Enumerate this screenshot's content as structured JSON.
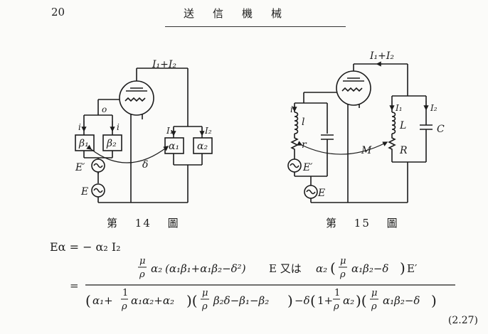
{
  "page": {
    "number": "20",
    "running_head": "送信機械"
  },
  "fig14": {
    "caption_prefix": "第",
    "caption_number": "14",
    "caption_suffix": "圖",
    "labels": {
      "current": "I₁+I₂",
      "zero": "o",
      "i_left": "i",
      "i_right": "i",
      "beta1": "β₁",
      "beta2": "β₂",
      "e_prime": "E′",
      "e": "E",
      "delta": "δ",
      "i1": "I₁",
      "i2": "I₂",
      "alpha1": "α₁",
      "alpha2": "α₂"
    }
  },
  "fig15": {
    "caption_prefix": "第",
    "caption_number": "15",
    "caption_suffix": "圖",
    "labels": {
      "current": "I₁+I₂",
      "i": "i",
      "l": "l",
      "r": "r",
      "e_prime": "E′",
      "e": "E",
      "m": "M",
      "i1": "I₁",
      "i2": "I₂",
      "L": "L",
      "R": "R",
      "C": "C"
    }
  },
  "equation": {
    "lhs": "Eα = − α₂ I₂",
    "numerator": "μ/ρ α₂(α₁β₁+α₁β₂−δ²) E 又は α₂(μ/ρ α₁β₂−δ) E′",
    "denominator": "(α₁ + 1/ρ α₁α₂ + α₂)(μ/ρ β₂δ − β₁ − β₂) − δ(1 + 1/ρ α₂)(μ/ρ α₁β₂ − δ)",
    "equals": "=",
    "number": "(2.27)",
    "parts": {
      "mu": "μ",
      "rho": "ρ",
      "one": "1",
      "alpha2": "α₂",
      "num_a": "(α₁β₁+α₁β₂−δ²)",
      "num_e": "E 又は",
      "num_alpha2": "α₂",
      "num_b": "α₁β₂−δ",
      "num_eprime": "E′",
      "den_a": "α₁+",
      "den_b": "α₁α₂+α₂",
      "den_c": "β₂δ−β₁−β₂",
      "den_d": "−δ",
      "den_e": "1+",
      "den_f": "α₁β₂−δ"
    }
  }
}
